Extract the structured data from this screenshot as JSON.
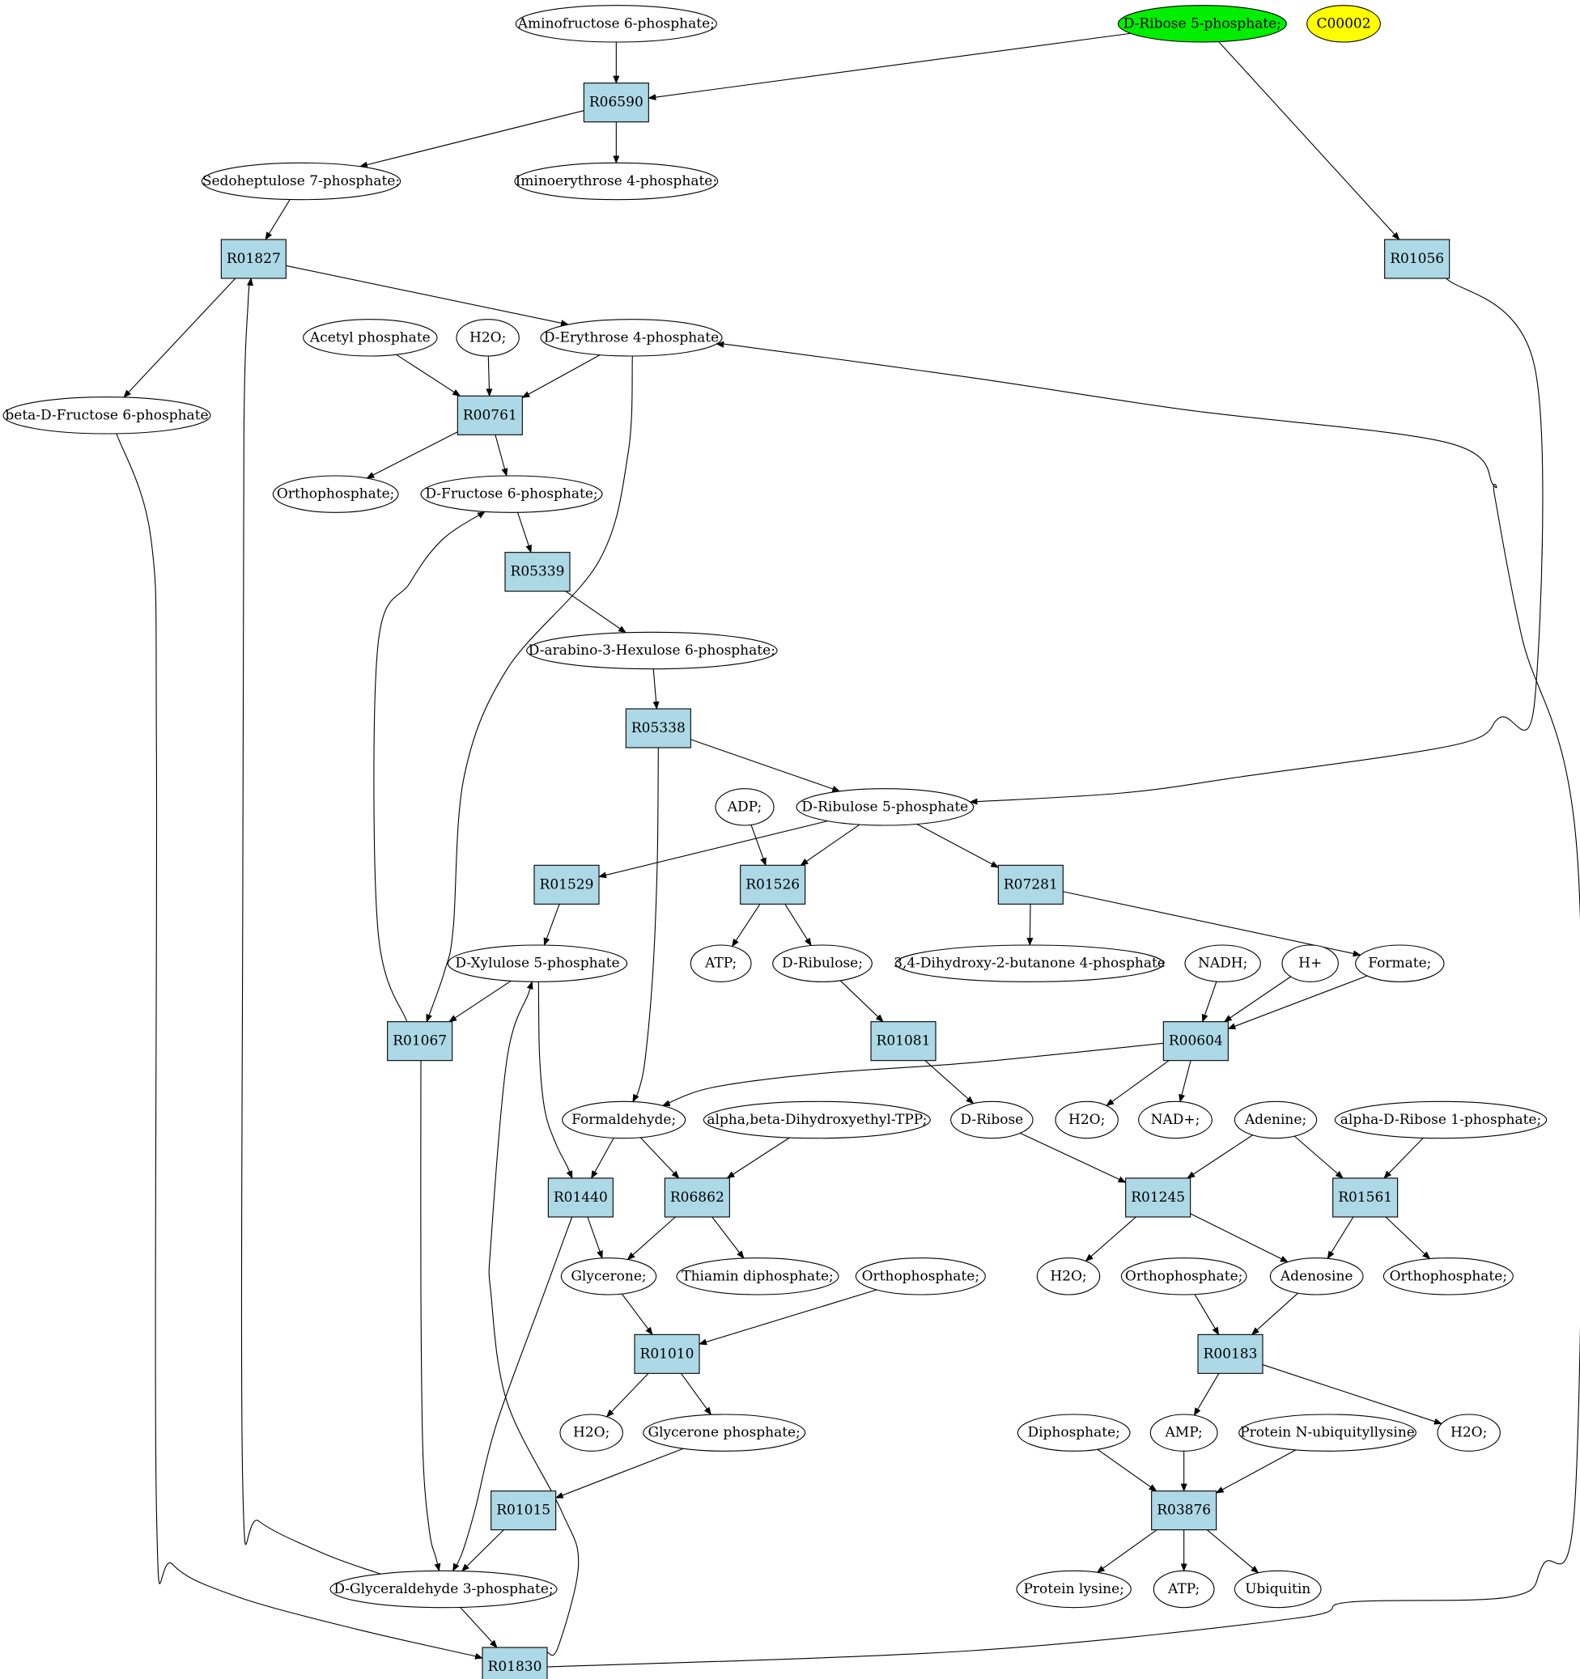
{
  "colors": {
    "reaction_fill": "#add8e6",
    "compound_fill": "#ffffff",
    "highlight_green": "#00ee00",
    "highlight_yellow": "#ffff00",
    "edge": "#000000"
  },
  "compounds": [
    {
      "id": "c_aminofructose",
      "label": "Aminofructose 6-phosphate;",
      "fill": "compound_fill"
    },
    {
      "id": "c_ribose5p",
      "label": "D-Ribose 5-phosphate;",
      "fill": "highlight_green"
    },
    {
      "id": "c_c00002",
      "label": "C00002",
      "fill": "highlight_yellow"
    },
    {
      "id": "c_sedo7p",
      "label": "Sedoheptulose 7-phosphate;",
      "fill": "compound_fill"
    },
    {
      "id": "c_iminoery",
      "label": "Iminoerythrose 4-phosphate;",
      "fill": "compound_fill"
    },
    {
      "id": "c_acetylp",
      "label": "Acetyl phosphate",
      "fill": "compound_fill"
    },
    {
      "id": "c_h2o_1",
      "label": "H2O;",
      "fill": "compound_fill"
    },
    {
      "id": "c_ery4p",
      "label": "D-Erythrose 4-phosphate",
      "fill": "compound_fill"
    },
    {
      "id": "c_bfru6p",
      "label": "beta-D-Fructose 6-phosphate",
      "fill": "compound_fill"
    },
    {
      "id": "c_ortho_1",
      "label": "Orthophosphate;",
      "fill": "compound_fill"
    },
    {
      "id": "c_fru6p",
      "label": "D-Fructose 6-phosphate;",
      "fill": "compound_fill"
    },
    {
      "id": "c_hex6p",
      "label": "D-arabino-3-Hexulose 6-phosphate;",
      "fill": "compound_fill"
    },
    {
      "id": "c_adp",
      "label": "ADP;",
      "fill": "compound_fill"
    },
    {
      "id": "c_rul5p",
      "label": "D-Ribulose 5-phosphate",
      "fill": "compound_fill"
    },
    {
      "id": "c_atp_1",
      "label": "ATP;",
      "fill": "compound_fill"
    },
    {
      "id": "c_ribulose",
      "label": "D-Ribulose;",
      "fill": "compound_fill"
    },
    {
      "id": "c_dhb4p",
      "label": "3,4-Dihydroxy-2-butanone 4-phosphate",
      "fill": "compound_fill"
    },
    {
      "id": "c_xyl5p",
      "label": "D-Xylulose 5-phosphate",
      "fill": "compound_fill"
    },
    {
      "id": "c_nadh",
      "label": "NADH;",
      "fill": "compound_fill"
    },
    {
      "id": "c_hplus",
      "label": "H+",
      "fill": "compound_fill"
    },
    {
      "id": "c_formate",
      "label": "Formate;",
      "fill": "compound_fill"
    },
    {
      "id": "c_formaldehyde",
      "label": "Formaldehyde;",
      "fill": "compound_fill"
    },
    {
      "id": "c_dhe_tpp",
      "label": "alpha,beta-Dihydroxyethyl-TPP;",
      "fill": "compound_fill"
    },
    {
      "id": "c_dribose",
      "label": "D-Ribose",
      "fill": "compound_fill"
    },
    {
      "id": "c_h2o_2",
      "label": "H2O;",
      "fill": "compound_fill"
    },
    {
      "id": "c_nadplus",
      "label": "NAD+;",
      "fill": "compound_fill"
    },
    {
      "id": "c_adenine",
      "label": "Adenine;",
      "fill": "compound_fill"
    },
    {
      "id": "c_ar1p",
      "label": "alpha-D-Ribose 1-phosphate;",
      "fill": "compound_fill"
    },
    {
      "id": "c_glycerone",
      "label": "Glycerone;",
      "fill": "compound_fill"
    },
    {
      "id": "c_thiamin",
      "label": "Thiamin diphosphate;",
      "fill": "compound_fill"
    },
    {
      "id": "c_ortho_2",
      "label": "Orthophosphate;",
      "fill": "compound_fill"
    },
    {
      "id": "c_h2o_3",
      "label": "H2O;",
      "fill": "compound_fill"
    },
    {
      "id": "c_ortho_3",
      "label": "Orthophosphate;",
      "fill": "compound_fill"
    },
    {
      "id": "c_adenosine",
      "label": "Adenosine",
      "fill": "compound_fill"
    },
    {
      "id": "c_ortho_4",
      "label": "Orthophosphate;",
      "fill": "compound_fill"
    },
    {
      "id": "c_h2o_4",
      "label": "H2O;",
      "fill": "compound_fill"
    },
    {
      "id": "c_glyp",
      "label": "Glycerone phosphate;",
      "fill": "compound_fill"
    },
    {
      "id": "c_diphosphate",
      "label": "Diphosphate;",
      "fill": "compound_fill"
    },
    {
      "id": "c_amp",
      "label": "AMP;",
      "fill": "compound_fill"
    },
    {
      "id": "c_pnul",
      "label": "Protein N-ubiquityllysine",
      "fill": "compound_fill"
    },
    {
      "id": "c_h2o_5",
      "label": "H2O;",
      "fill": "compound_fill"
    },
    {
      "id": "c_g3p",
      "label": "D-Glyceraldehyde 3-phosphate;",
      "fill": "compound_fill"
    },
    {
      "id": "c_plysine",
      "label": "Protein lysine;",
      "fill": "compound_fill"
    },
    {
      "id": "c_atp_2",
      "label": "ATP;",
      "fill": "compound_fill"
    },
    {
      "id": "c_ubiquitin",
      "label": "Ubiquitin",
      "fill": "compound_fill"
    }
  ],
  "reactions": [
    {
      "id": "r_R06590",
      "label": "R06590"
    },
    {
      "id": "r_R01827",
      "label": "R01827"
    },
    {
      "id": "r_R01056",
      "label": "R01056"
    },
    {
      "id": "r_R00761",
      "label": "R00761"
    },
    {
      "id": "r_R05339",
      "label": "R05339"
    },
    {
      "id": "r_R05338",
      "label": "R05338"
    },
    {
      "id": "r_R01529",
      "label": "R01529"
    },
    {
      "id": "r_R01526",
      "label": "R01526"
    },
    {
      "id": "r_R07281",
      "label": "R07281"
    },
    {
      "id": "r_R01067",
      "label": "R01067"
    },
    {
      "id": "r_R01081",
      "label": "R01081"
    },
    {
      "id": "r_R00604",
      "label": "R00604"
    },
    {
      "id": "r_R01440",
      "label": "R01440"
    },
    {
      "id": "r_R06862",
      "label": "R06862"
    },
    {
      "id": "r_R01245",
      "label": "R01245"
    },
    {
      "id": "r_R01561",
      "label": "R01561"
    },
    {
      "id": "r_R01010",
      "label": "R01010"
    },
    {
      "id": "r_R00183",
      "label": "R00183"
    },
    {
      "id": "r_R01015",
      "label": "R01015"
    },
    {
      "id": "r_R03876",
      "label": "R03876"
    },
    {
      "id": "r_R01830",
      "label": "R01830"
    }
  ],
  "edges": [
    {
      "from": "c_aminofructose",
      "to": "r_R06590"
    },
    {
      "from": "c_ribose5p",
      "to": "r_R06590"
    },
    {
      "from": "c_ribose5p",
      "to": "r_R01056"
    },
    {
      "from": "r_R06590",
      "to": "c_sedo7p"
    },
    {
      "from": "r_R06590",
      "to": "c_iminoery"
    },
    {
      "from": "c_sedo7p",
      "to": "r_R01827"
    },
    {
      "from": "r_R01827",
      "to": "c_ery4p"
    },
    {
      "from": "r_R01827",
      "to": "c_bfru6p"
    },
    {
      "from": "c_acetylp",
      "to": "r_R00761"
    },
    {
      "from": "c_h2o_1",
      "to": "r_R00761"
    },
    {
      "from": "c_ery4p",
      "to": "r_R00761"
    },
    {
      "from": "r_R00761",
      "to": "c_ortho_1"
    },
    {
      "from": "r_R00761",
      "to": "c_fru6p"
    },
    {
      "from": "c_fru6p",
      "to": "r_R05339"
    },
    {
      "from": "r_R05339",
      "to": "c_hex6p"
    },
    {
      "from": "c_hex6p",
      "to": "r_R05338"
    },
    {
      "from": "r_R05338",
      "to": "c_rul5p"
    },
    {
      "from": "r_R05338",
      "to": "c_formaldehyde"
    },
    {
      "from": "r_R01056",
      "to": "c_rul5p"
    },
    {
      "from": "c_adp",
      "to": "r_R01526"
    },
    {
      "from": "c_rul5p",
      "to": "r_R01526"
    },
    {
      "from": "c_rul5p",
      "to": "r_R01529"
    },
    {
      "from": "c_rul5p",
      "to": "r_R07281"
    },
    {
      "from": "r_R01526",
      "to": "c_atp_1"
    },
    {
      "from": "r_R01526",
      "to": "c_ribulose"
    },
    {
      "from": "r_R07281",
      "to": "c_dhb4p"
    },
    {
      "from": "r_R07281",
      "to": "c_formate"
    },
    {
      "from": "r_R01529",
      "to": "c_xyl5p"
    },
    {
      "from": "c_ery4p",
      "to": "r_R01067"
    },
    {
      "from": "c_xyl5p",
      "to": "r_R01067"
    },
    {
      "from": "r_R01067",
      "to": "c_fru6p"
    },
    {
      "from": "r_R01067",
      "to": "c_g3p"
    },
    {
      "from": "c_ribulose",
      "to": "r_R01081"
    },
    {
      "from": "r_R01081",
      "to": "c_dribose"
    },
    {
      "from": "c_nadh",
      "to": "r_R00604"
    },
    {
      "from": "c_hplus",
      "to": "r_R00604"
    },
    {
      "from": "c_formate",
      "to": "r_R00604"
    },
    {
      "from": "r_R00604",
      "to": "c_formaldehyde"
    },
    {
      "from": "r_R00604",
      "to": "c_h2o_2"
    },
    {
      "from": "r_R00604",
      "to": "c_nadplus"
    },
    {
      "from": "c_xyl5p",
      "to": "r_R01440"
    },
    {
      "from": "c_formaldehyde",
      "to": "r_R01440"
    },
    {
      "from": "c_formaldehyde",
      "to": "r_R06862"
    },
    {
      "from": "c_dhe_tpp",
      "to": "r_R06862"
    },
    {
      "from": "r_R01440",
      "to": "c_glycerone"
    },
    {
      "from": "r_R01440",
      "to": "c_g3p"
    },
    {
      "from": "r_R06862",
      "to": "c_glycerone"
    },
    {
      "from": "r_R06862",
      "to": "c_thiamin"
    },
    {
      "from": "c_dribose",
      "to": "r_R01245"
    },
    {
      "from": "c_adenine",
      "to": "r_R01245"
    },
    {
      "from": "c_adenine",
      "to": "r_R01561"
    },
    {
      "from": "c_ar1p",
      "to": "r_R01561"
    },
    {
      "from": "r_R01245",
      "to": "c_h2o_3"
    },
    {
      "from": "r_R01245",
      "to": "c_adenosine"
    },
    {
      "from": "r_R01561",
      "to": "c_adenosine"
    },
    {
      "from": "r_R01561",
      "to": "c_ortho_4"
    },
    {
      "from": "c_glycerone",
      "to": "r_R01010"
    },
    {
      "from": "c_ortho_2",
      "to": "r_R01010"
    },
    {
      "from": "r_R01010",
      "to": "c_h2o_4"
    },
    {
      "from": "r_R01010",
      "to": "c_glyp"
    },
    {
      "from": "c_ortho_3",
      "to": "r_R00183"
    },
    {
      "from": "c_adenosine",
      "to": "r_R00183"
    },
    {
      "from": "r_R00183",
      "to": "c_amp"
    },
    {
      "from": "r_R00183",
      "to": "c_h2o_5"
    },
    {
      "from": "c_glyp",
      "to": "r_R01015"
    },
    {
      "from": "r_R01015",
      "to": "c_g3p"
    },
    {
      "from": "c_diphosphate",
      "to": "r_R03876"
    },
    {
      "from": "c_amp",
      "to": "r_R03876"
    },
    {
      "from": "c_pnul",
      "to": "r_R03876"
    },
    {
      "from": "r_R03876",
      "to": "c_plysine"
    },
    {
      "from": "r_R03876",
      "to": "c_atp_2"
    },
    {
      "from": "r_R03876",
      "to": "c_ubiquitin"
    },
    {
      "from": "c_g3p",
      "to": "r_R01827"
    },
    {
      "from": "c_g3p",
      "to": "r_R01830"
    },
    {
      "from": "c_bfru6p",
      "to": "r_R01830"
    },
    {
      "from": "r_R01830",
      "to": "c_ery4p"
    },
    {
      "from": "r_R01830",
      "to": "c_xyl5p"
    }
  ]
}
